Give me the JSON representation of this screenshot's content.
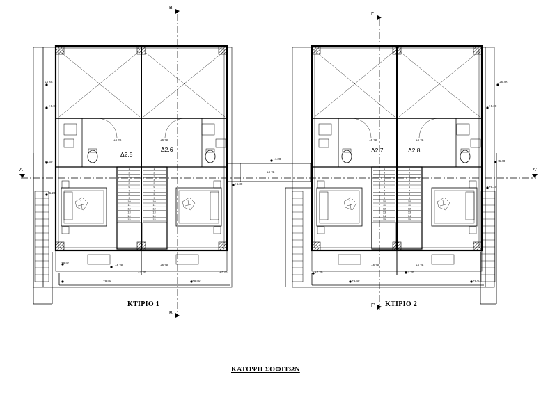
{
  "drawing": {
    "title": "ΚΑΤΟΨΗ ΣΟΦΙΤΩΝ",
    "buildings": [
      {
        "label": "ΚΤΙΡΙΟ 1",
        "rooms": [
          "Δ2.5",
          "Δ2.6"
        ]
      },
      {
        "label": "ΚΤΙΡΙΟ 2",
        "rooms": [
          "Δ2.7",
          "Δ2.8"
        ]
      }
    ],
    "section_marks": {
      "a_left": "A",
      "a_right": "A'",
      "b_top": "B",
      "b_bottom": "B'",
      "c_top": "Γ",
      "c_bottom": "Γ'"
    },
    "levels": {
      "b1_l1": "+6.60",
      "b1_l2": "+6.00",
      "b1_l3": "+6.60",
      "b1_l4": "+6.20",
      "b1_r1": "+6.80",
      "b1_b1": "+6.47",
      "b1_b2": "+6.26",
      "b1_b3": "+7.20",
      "b1_b4": "+6.26",
      "b1_b5": "+6.40",
      "b1_b6": "+6.40",
      "b1_b7": "+7.20",
      "b1_wc1": "+6.26",
      "b1_wc2": "+6.26",
      "mid_1": "+4.20",
      "mid_2": "+6.30",
      "mid_3": "+6.26",
      "b2_r1": "+6.40",
      "b2_r2": "+6.20",
      "b2_r3": "+6.40",
      "b2_r4": "+6.20",
      "b2_b1": "+7.20",
      "b2_b2": "+6.40",
      "b2_b3": "+6.26",
      "b2_b4": "+7.20",
      "b2_b5": "+6.26",
      "b2_b6": "+6.67",
      "b2_wc1": "+6.26",
      "b2_wc2": "+6.26"
    },
    "step_numbers": [
      "1",
      "2",
      "3",
      "4",
      "5",
      "6",
      "7",
      "8",
      "9",
      "10",
      "11",
      "12",
      "13",
      "14",
      "15"
    ]
  }
}
